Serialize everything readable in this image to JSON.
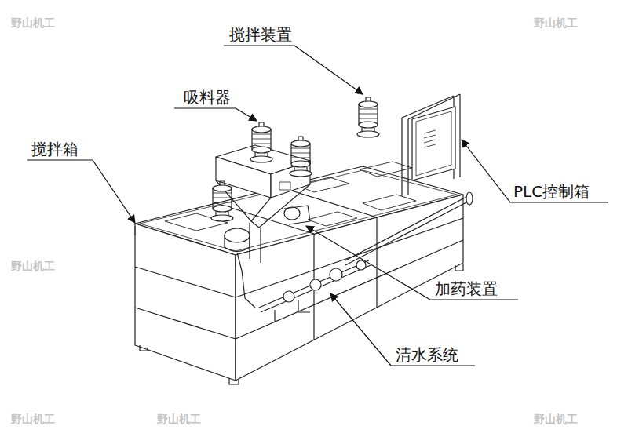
{
  "diagram": {
    "labels": [
      "搅拌装置",
      "吸料器",
      "搅拌箱",
      "PLC控制箱",
      "加药装置",
      "清水系统",
      "野山机工",
      "野山机工",
      "野山机工",
      "野山机工",
      "野山机工",
      "野山机工"
    ]
  }
}
